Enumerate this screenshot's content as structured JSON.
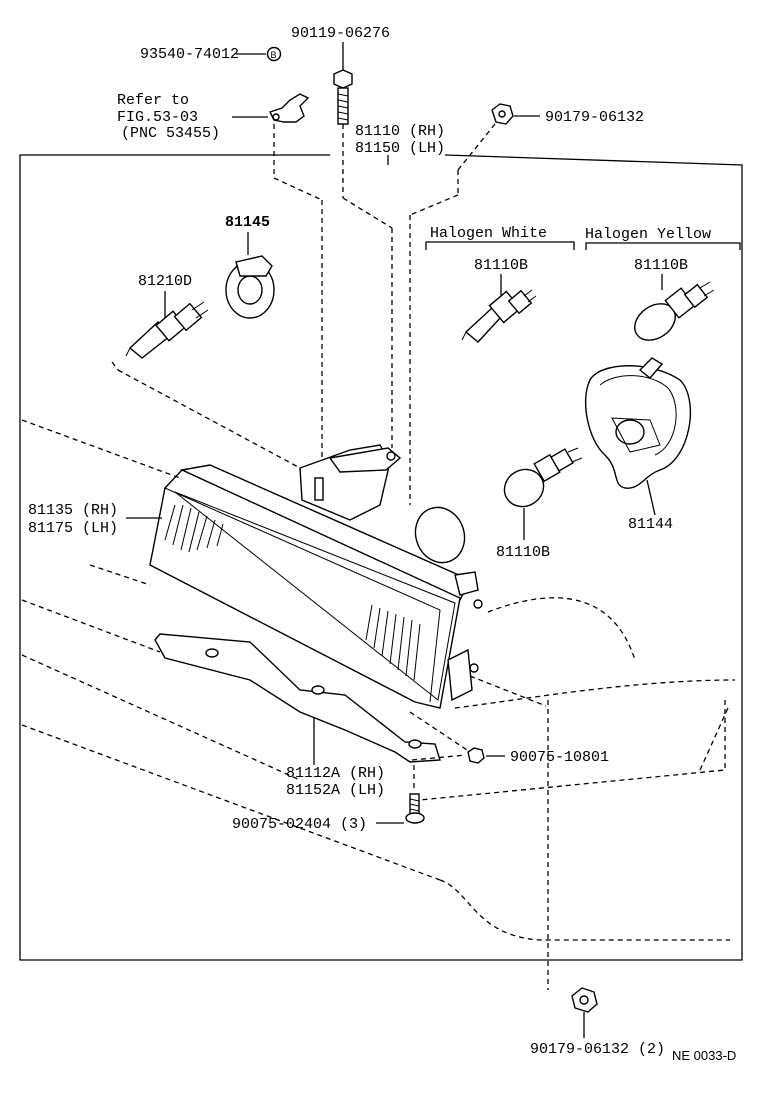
{
  "labels": {
    "p93540": "93540-74012",
    "p90119": "90119-06276",
    "refer1": "Refer to",
    "refer2": "FIG.53-03",
    "refer3": "(PNC 53455)",
    "p90179_top": "90179-06132",
    "p81110_rh": "81110 (RH)",
    "p81150_lh": "81150 (LH)",
    "halogen_white": "Halogen White",
    "halogen_yellow": "Halogen Yellow",
    "p81145": "81145",
    "p81210d": "81210D",
    "p81110b_white": "81110B",
    "p81110b_yellow": "81110B",
    "p81135_rh": "81135 (RH)",
    "p81175_lh": "81175 (LH)",
    "p81110b_lower": "81110B",
    "p81144": "81144",
    "p90075_10801": "90075-10801",
    "p81112a_rh": "81112A (RH)",
    "p81152a_lh": "81152A (LH)",
    "p90075_02404": "90075-02404 (3)",
    "p90179_bottom": "90179-06132 (2)",
    "ref_code": "NE 0033-D",
    "circle_b": "B"
  },
  "colors": {
    "line": "#000000",
    "background": "#ffffff"
  }
}
